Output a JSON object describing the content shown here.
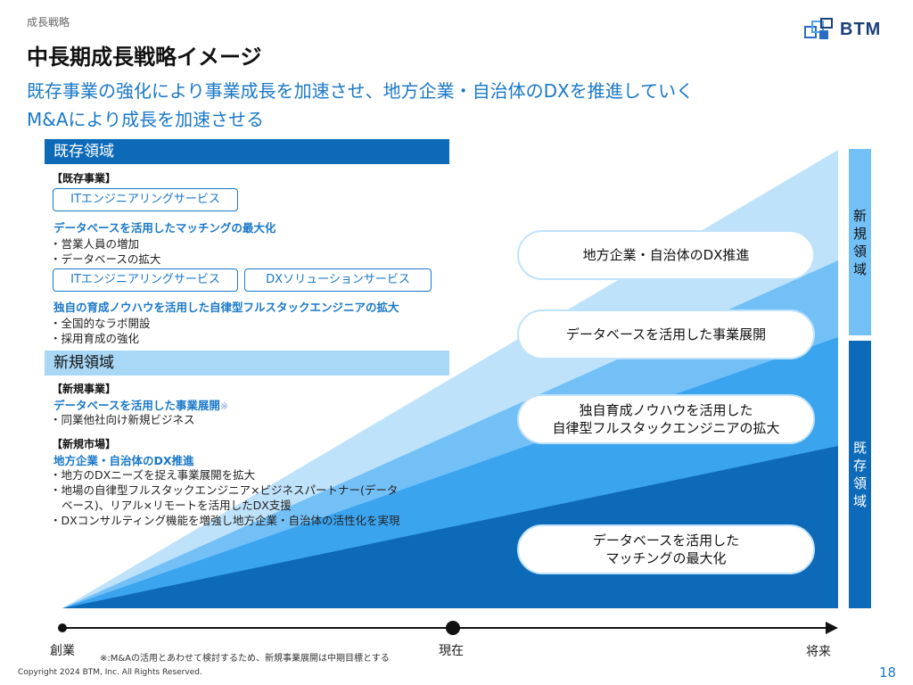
{
  "header": {
    "section_tag": "成長戦略",
    "title": "中長期成長戦略イメージ",
    "subtitle_1": "既存事業の強化により事業成長を加速させ、地方企業・自治体のDXを推進していく",
    "subtitle_2": "M&Aにより成長を加速させる",
    "logo_text": "BTM"
  },
  "existing": {
    "band": "既存領域",
    "bracket": "【既存事業】",
    "tag_1": "ITエンジニアリングサービス",
    "head_1": "データベースを活用したマッチングの最大化",
    "bullets_1": [
      "営業人員の増加",
      "データベースの拡大"
    ],
    "tag_2": "ITエンジニアリングサービス",
    "tag_3": "DXソリューションサービス",
    "head_2": "独自の育成ノウハウを活用した自律型フルスタックエンジニアの拡大",
    "bullets_2": [
      "全国的なラボ開設",
      "採用育成の強化"
    ]
  },
  "new_domain": {
    "band": "新規領域",
    "bracket_1": "【新規事業】",
    "head_1": "データベースを活用した事業展開",
    "head_1_mark": "※",
    "bullets_1": [
      "同業他社向け新規ビジネス"
    ],
    "bracket_2": "【新規市場】",
    "head_2": "地方企業・自治体のDX推進",
    "bullets_2": [
      "地方のDXニーズを捉え事業展開を拡大",
      "地場の自律型フルスタックエンジニア×ビジネスパートナー(データ",
      "ベース)、リアル×リモートを活用したDX支援",
      "DXコンサルティング機能を増強し地方企業・自治体の活性化を実現"
    ]
  },
  "pills": {
    "p1": "地方企業・自治体のDX推進",
    "p2": "データベースを活用した事業展開",
    "p3_line1": "独自育成ノウハウを活用した",
    "p3_line2": "自律型フルスタックエンジニアの拡大",
    "p4_line1": "データベースを活用した",
    "p4_line2": "マッチングの最大化"
  },
  "side": {
    "new_chars": [
      "新",
      "規",
      "領",
      "域"
    ],
    "existing_chars": [
      "既",
      "存",
      "領",
      "域"
    ]
  },
  "timeline": {
    "start": "創業",
    "now": "現在",
    "future": "将来"
  },
  "footnote": "※:M&Aの活用とあわせて検討するため、新規事業展開は中期目標とする",
  "copyright": "Copyright 2024 BTM, Inc. All Rights Reserved.",
  "page_number": "18",
  "colors": {
    "dark_blue": "#0d6ab8",
    "mid_blue": "#3aa4ef",
    "light_blue": "#73c0f7",
    "pale_blue": "#bfe2fb",
    "accent_text": "#1a78c8"
  }
}
